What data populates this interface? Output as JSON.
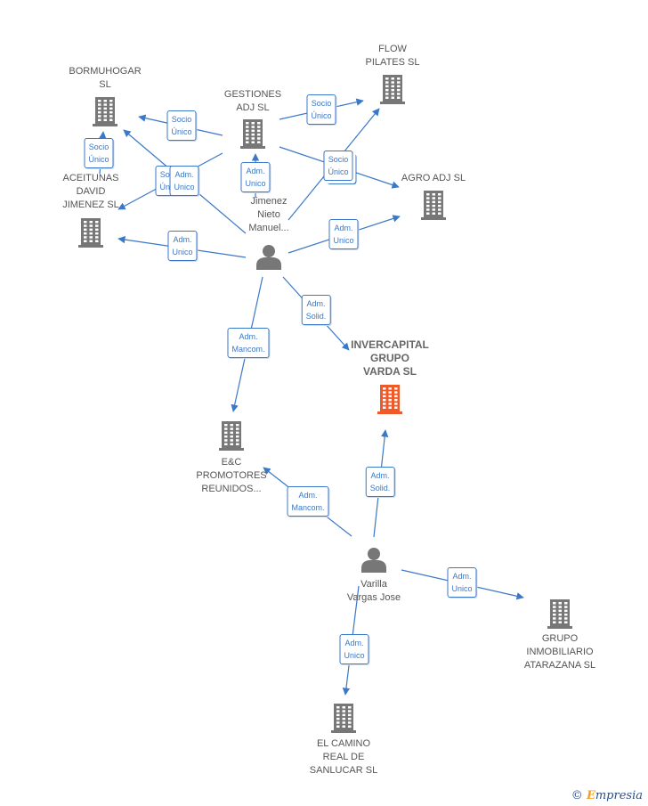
{
  "colors": {
    "edge": "#3a78c8",
    "company": "#777777",
    "focus_company": "#f05a28",
    "person": "#777777"
  },
  "nodes": [
    {
      "id": "bormuhogar",
      "type": "company",
      "label": "BORMUHOGAR\nSL"
    },
    {
      "id": "gestiones",
      "type": "company",
      "label": "GESTIONES\nADJ  SL"
    },
    {
      "id": "flow",
      "type": "company",
      "label": "FLOW\nPILATES  SL"
    },
    {
      "id": "aceitunas",
      "type": "company",
      "label": "ACEITUNAS\nDAVID\nJIMENEZ  SL"
    },
    {
      "id": "agro",
      "type": "company",
      "label": "AGRO ADJ  SL"
    },
    {
      "id": "jimenez",
      "type": "person",
      "label": "Jimenez\nNieto\nManuel..."
    },
    {
      "id": "invercapital",
      "type": "company",
      "focus": true,
      "label": "INVERCAPITAL\nGRUPO\nVARDA  SL"
    },
    {
      "id": "ec",
      "type": "company",
      "label": "E&C\nPROMOTORES\nREUNIDOS..."
    },
    {
      "id": "varilla",
      "type": "person",
      "label": "Varilla\nVargas Jose"
    },
    {
      "id": "grupo",
      "type": "company",
      "label": "GRUPO\nINMOBILIARIO\nATARAZANA  SL"
    },
    {
      "id": "camino",
      "type": "company",
      "label": "EL CAMINO\nREAL DE\nSANLUCAR SL"
    }
  ],
  "edges": [
    {
      "from": "gestiones",
      "to": "bormuhogar",
      "label": "Socio\nÚnico"
    },
    {
      "from": "aceitunas",
      "to": "bormuhogar",
      "label": "Socio\nÚnico"
    },
    {
      "from": "gestiones",
      "to": "flow",
      "label": "Socio\nÚnico"
    },
    {
      "from": "gestiones",
      "to": "agro",
      "label": "Socio\nÚnico"
    },
    {
      "from": "jimenez",
      "to": "flow",
      "label": "Socio\nÚnico",
      "stack": true
    },
    {
      "from": "gestiones",
      "to": "aceitunas",
      "label": "Socio\nÚnico"
    },
    {
      "from": "jimenez",
      "to": "bormuhogar",
      "label": "Adm.\nUnico"
    },
    {
      "from": "jimenez",
      "to": "gestiones",
      "label": "Adm.\nUnico"
    },
    {
      "from": "jimenez",
      "to": "aceitunas",
      "label": "Adm.\nUnico"
    },
    {
      "from": "jimenez",
      "to": "agro",
      "label": "Adm.\nUnico"
    },
    {
      "from": "jimenez",
      "to": "invercapital",
      "label": "Adm.\nSolid."
    },
    {
      "from": "jimenez",
      "to": "ec",
      "label": "Adm.\nMancom."
    },
    {
      "from": "varilla",
      "to": "ec",
      "label": "Adm.\nMancom."
    },
    {
      "from": "varilla",
      "to": "invercapital",
      "label": "Adm.\nSolid."
    },
    {
      "from": "varilla",
      "to": "grupo",
      "label": "Adm.\nUnico"
    },
    {
      "from": "varilla",
      "to": "camino",
      "label": "Adm.\nUnico"
    }
  ],
  "brand": {
    "symbol": "©",
    "name_initial": "E",
    "name_rest": "mpresia"
  }
}
